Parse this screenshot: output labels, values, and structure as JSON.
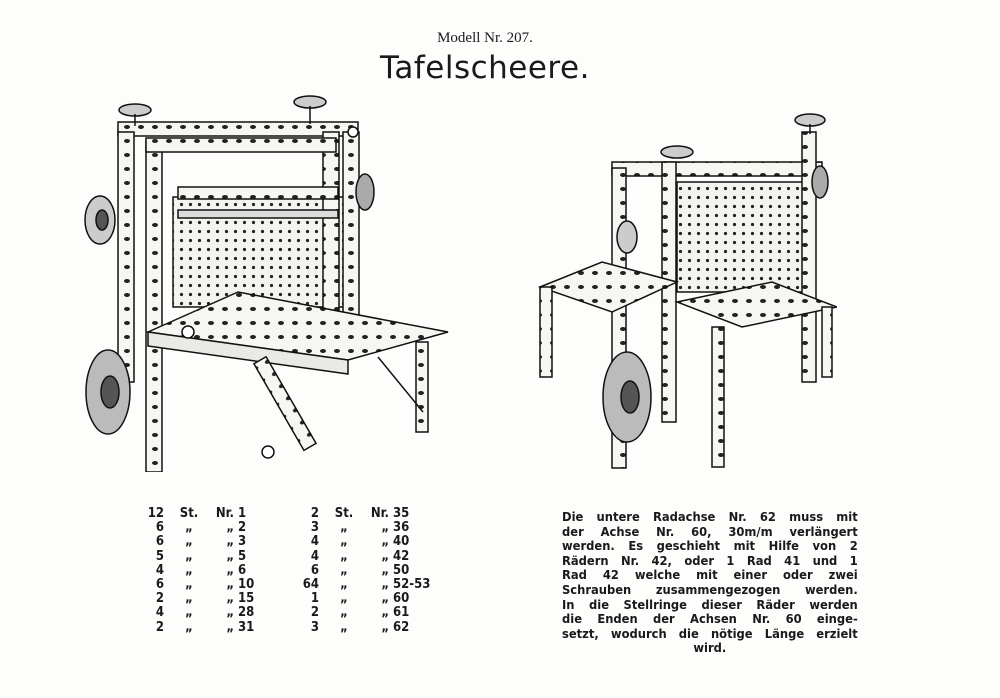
{
  "header": {
    "model_number": "Modell Nr. 207.",
    "title": "Tafelscheere."
  },
  "figures": [
    {
      "name": "front-view-illustration",
      "icon": "tafelscheere-front-drawing"
    },
    {
      "name": "rear-view-illustration",
      "icon": "tafelscheere-rear-drawing"
    }
  ],
  "parts_list": {
    "column1": [
      {
        "qty": "12",
        "st": "St.",
        "nr": "Nr.",
        "num": "1"
      },
      {
        "qty": "6",
        "st": "„",
        "nr": "„",
        "num": "2"
      },
      {
        "qty": "6",
        "st": "„",
        "nr": "„",
        "num": "3"
      },
      {
        "qty": "5",
        "st": "„",
        "nr": "„",
        "num": "5"
      },
      {
        "qty": "4",
        "st": "„",
        "nr": "„",
        "num": "6"
      },
      {
        "qty": "6",
        "st": "„",
        "nr": "„",
        "num": "10"
      },
      {
        "qty": "2",
        "st": "„",
        "nr": "„",
        "num": "15"
      },
      {
        "qty": "4",
        "st": "„",
        "nr": "„",
        "num": "28"
      },
      {
        "qty": "2",
        "st": "„",
        "nr": "„",
        "num": "31"
      }
    ],
    "column2": [
      {
        "qty": "2",
        "st": "St.",
        "nr": "Nr.",
        "num": "35"
      },
      {
        "qty": "3",
        "st": "„",
        "nr": "„",
        "num": "36"
      },
      {
        "qty": "4",
        "st": "„",
        "nr": "„",
        "num": "40"
      },
      {
        "qty": "4",
        "st": "„",
        "nr": "„",
        "num": "42"
      },
      {
        "qty": "6",
        "st": "„",
        "nr": "„",
        "num": "50"
      },
      {
        "qty": "64",
        "st": "„",
        "nr": "„",
        "num": "52-53"
      },
      {
        "qty": "1",
        "st": "„",
        "nr": "„",
        "num": "60"
      },
      {
        "qty": "2",
        "st": "„",
        "nr": "„",
        "num": "61"
      },
      {
        "qty": "3",
        "st": "„",
        "nr": "„",
        "num": "62"
      }
    ]
  },
  "note": {
    "lines": [
      "Die untere Radachse Nr. 62 muss mit",
      "der Achse Nr. 60, 30m/m verlängert",
      "werden. Es geschieht mit Hilfe von 2",
      "Rädern Nr. 42, oder 1 Rad 41 und 1",
      "Rad 42 welche mit einer oder zwei",
      "Schrauben zusammengezogen werden.",
      "In die Stellringe dieser Räder werden",
      "die Enden der Achsen Nr. 60 einge-",
      "setzt, wodurch die nötige Länge erzielt",
      "wird."
    ]
  }
}
